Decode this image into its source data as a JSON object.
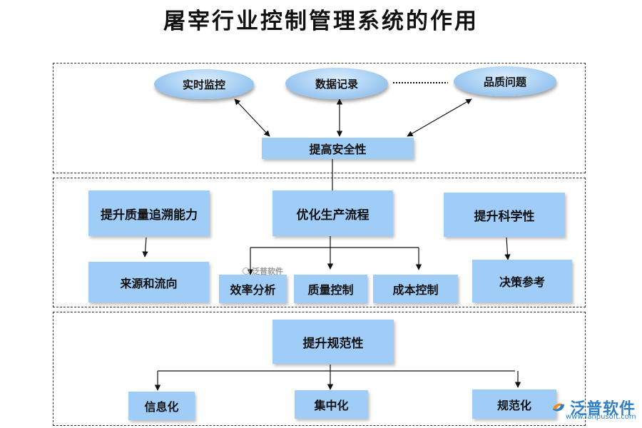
{
  "title": "屠宰行业控制管理系统的作用",
  "top": {
    "ovals": [
      "实时监控",
      "数据记录",
      "品质问题"
    ],
    "center": "提高安全性"
  },
  "middle": {
    "left_box": "提升质量追溯能力",
    "left_child": "来源和流向",
    "center_box": "优化生产流程",
    "center_children": [
      "效率分析",
      "质量控制",
      "成本控制"
    ],
    "right_box": "提升科学性",
    "right_child": "决策参考"
  },
  "bottom": {
    "center": "提升规范性",
    "children": [
      "信息化",
      "集中化",
      "规范化"
    ]
  },
  "watermark": {
    "text": "泛普软件"
  },
  "logo": {
    "name": "泛普软件",
    "url": "www.fanpusoft.com"
  },
  "colors": {
    "box": "#9fcdf7",
    "line": "#111111",
    "logo": "#2f7fc7"
  }
}
